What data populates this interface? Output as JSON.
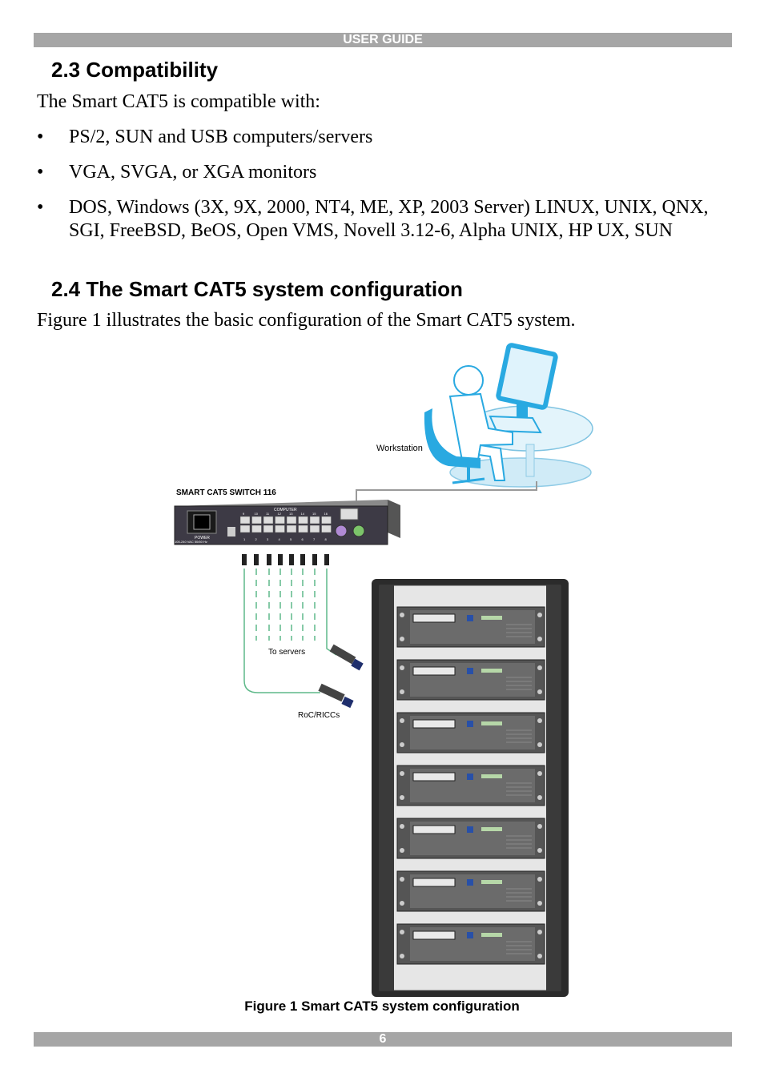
{
  "header": {
    "title": "USER GUIDE"
  },
  "section1": {
    "heading": "2.3 Compatibility",
    "intro": "The Smart CAT5 is compatible with:",
    "bullet_char": "•",
    "items": [
      "PS/2, SUN and USB computers/servers",
      "VGA, SVGA, or XGA monitors",
      "DOS, Windows (3X, 9X, 2000, NT4, ME, XP, 2003 Server) LINUX, UNIX, QNX, SGI, FreeBSD, BeOS, Open VMS, Novell 3.12-6, Alpha UNIX, HP UX, SUN"
    ]
  },
  "section2": {
    "heading": "2.4 The Smart CAT5 system configuration",
    "intro": "Figure 1 illustrates the basic configuration of the Smart CAT5 system."
  },
  "figure": {
    "switch_title": "SMART CAT5 SWITCH 116",
    "switch_computer_label": "COMPUTER",
    "switch_power_label": "POWER",
    "switch_power_spec": "100-240 VAC 50/60 Hz",
    "port_top_numbers": [
      "9",
      "10",
      "11",
      "12",
      "13",
      "14",
      "15",
      "16"
    ],
    "port_bottom_numbers": [
      "1",
      "2",
      "3",
      "4",
      "5",
      "6",
      "7",
      "8"
    ],
    "workstation_label": "Workstation",
    "servers_label": "To servers",
    "ricc_label": "RoC/RICCs",
    "caption": "Figure 1 Smart CAT5 system configuration"
  },
  "footer": {
    "page_number": "6"
  }
}
